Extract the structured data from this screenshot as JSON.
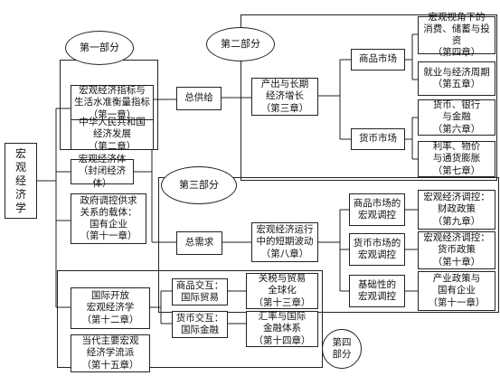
{
  "root": "宏\n观\n经\n济\n学",
  "parts": {
    "part1": "第一部分",
    "part2": "第二部分",
    "part3": "第三部分",
    "part4": "第四\n部分"
  },
  "part1_boxes": {
    "ch1": "宏观经济指标与\n生活水准衡量指标\n（第一章）",
    "ch2": "中华人民共和国\n经济发展\n（第二章）"
  },
  "closed_economy": "宏观经济体\n（封闭经济体）",
  "ch11_left": "政府调控供求\n关系的载体：\n国有企业\n（第十一章）",
  "aggregate_supply": "总供给",
  "output_growth": "产出与长期\n经济增长\n（第三章）",
  "goods_market": "商品市场",
  "money_market": "货币市场",
  "ch4": "宏观视角下的\n消费、储蓄与投资\n（第四章）",
  "ch5": "就业与经济周期\n（第五章）",
  "ch6": "货币、银行\n与金融\n（第六章）",
  "ch7": "利率、物价\n与通货膨胀\n（第七章）",
  "aggregate_demand": "总需求",
  "short_run": "宏观经济运行\n中的短期波动\n（第八章）",
  "goods_macro": "商品市场的\n宏观调控",
  "money_macro": "货币市场的\n宏观调控",
  "basic_macro": "基础性的\n宏观调控",
  "ch9": "宏观经济调控：\n财政政策\n（第九章）",
  "ch10": "宏观经济调控：\n货币政策\n（第十章）",
  "ch11_right": "产业政策与\n国有企业\n（第十一章）",
  "open_economy": "国际开放\n宏观经济学\n（第十二章）",
  "trade": "商品交互：\n国际贸易",
  "finance": "货币交互：\n国际金融",
  "ch13": "关税与贸易\n全球化\n（第十三章）",
  "ch14": "汇率与国际\n金融体系\n（第十四章）",
  "ch15": "当代主要宏观\n经济学流派\n（第十五章）"
}
